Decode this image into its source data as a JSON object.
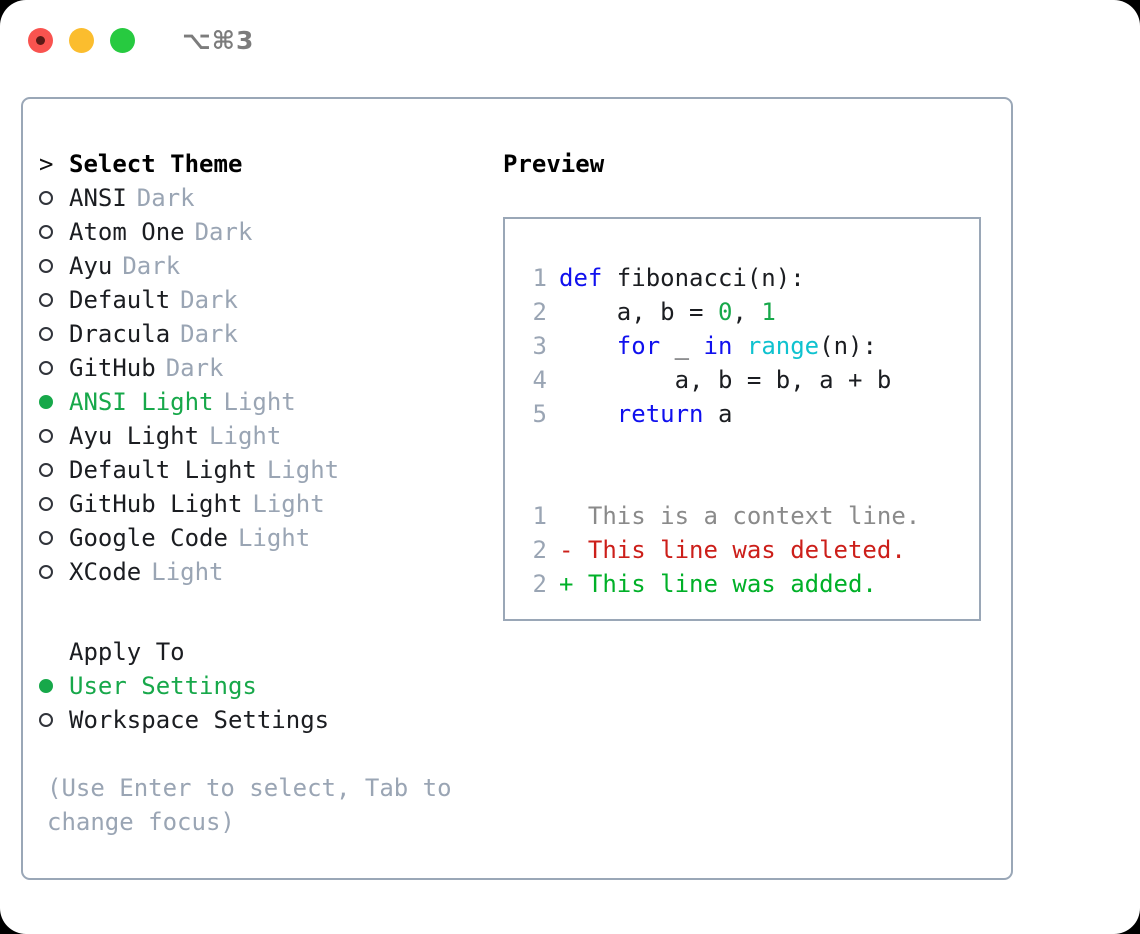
{
  "window": {
    "traffic_lights": [
      {
        "name": "close",
        "color": "#f9534f"
      },
      {
        "name": "minimize",
        "color": "#fbbd2e"
      },
      {
        "name": "maximize",
        "color": "#27ca40"
      }
    ],
    "shortcut": "⌥⌘3"
  },
  "theme_picker": {
    "header": {
      "prefix": ">",
      "label": "Select Theme"
    },
    "items": [
      {
        "marker": "o",
        "label": "ANSI",
        "suffix": "Dark",
        "selected": false
      },
      {
        "marker": "o",
        "label": "Atom One",
        "suffix": "Dark",
        "selected": false
      },
      {
        "marker": "o",
        "label": "Ayu",
        "suffix": "Dark",
        "selected": false
      },
      {
        "marker": "o",
        "label": "Default",
        "suffix": "Dark",
        "selected": false
      },
      {
        "marker": "o",
        "label": "Dracula",
        "suffix": "Dark",
        "selected": false
      },
      {
        "marker": "o",
        "label": "GitHub",
        "suffix": "Dark",
        "selected": false
      },
      {
        "marker": "●",
        "label": "ANSI Light",
        "suffix": "Light",
        "selected": true
      },
      {
        "marker": "o",
        "label": "Ayu Light",
        "suffix": "Light",
        "selected": false
      },
      {
        "marker": "o",
        "label": "Default Light",
        "suffix": "Light",
        "selected": false
      },
      {
        "marker": "o",
        "label": "GitHub Light",
        "suffix": "Light",
        "selected": false
      },
      {
        "marker": "o",
        "label": "Google Code",
        "suffix": "Light",
        "selected": false
      },
      {
        "marker": "o",
        "label": "XCode",
        "suffix": "Light",
        "selected": false
      }
    ]
  },
  "apply_to": {
    "header": "Apply To",
    "options": [
      {
        "marker": "●",
        "label": "User Settings",
        "selected": true
      },
      {
        "marker": "o",
        "label": "Workspace Settings",
        "selected": false
      }
    ]
  },
  "help": {
    "text": "(Use Enter to select, Tab to change focus)"
  },
  "preview": {
    "title": "Preview",
    "code_lines": [
      {
        "no": "1",
        "tokens": [
          {
            "t": "def",
            "c": "kw"
          },
          {
            "t": " fibonacci(n):",
            "c": "plain"
          }
        ]
      },
      {
        "no": "2",
        "tokens": [
          {
            "t": "    a, b = ",
            "c": "plain"
          },
          {
            "t": "0",
            "c": "num"
          },
          {
            "t": ", ",
            "c": "plain"
          },
          {
            "t": "1",
            "c": "num"
          }
        ]
      },
      {
        "no": "3",
        "tokens": [
          {
            "t": "    ",
            "c": "plain"
          },
          {
            "t": "for",
            "c": "kw"
          },
          {
            "t": " _ ",
            "c": "plain"
          },
          {
            "t": "in",
            "c": "kw"
          },
          {
            "t": " ",
            "c": "plain"
          },
          {
            "t": "range",
            "c": "fn"
          },
          {
            "t": "(n):",
            "c": "plain"
          }
        ]
      },
      {
        "no": "4",
        "tokens": [
          {
            "t": "        a, b = b, a + b",
            "c": "plain"
          }
        ]
      },
      {
        "no": "5",
        "tokens": [
          {
            "t": "    ",
            "c": "plain"
          },
          {
            "t": "return",
            "c": "kw"
          },
          {
            "t": " a",
            "c": "plain"
          }
        ]
      }
    ],
    "diff_lines": [
      {
        "no": "1",
        "text": "  This is a context line.",
        "kind": "ctx"
      },
      {
        "no": "2",
        "text": "- This line was deleted.",
        "kind": "del"
      },
      {
        "no": "2",
        "text": "+ This line was added.",
        "kind": "add"
      }
    ]
  },
  "colors": {
    "accent_green": "#17a84a",
    "muted": "#9aa5b4",
    "border": "#9aa7b7",
    "keyword": "#1010ee",
    "function": "#0fc2cf",
    "number": "#17a84a",
    "diff_delete": "#cc1f1a",
    "diff_add": "#00b028",
    "diff_context": "#8a8a8a"
  }
}
